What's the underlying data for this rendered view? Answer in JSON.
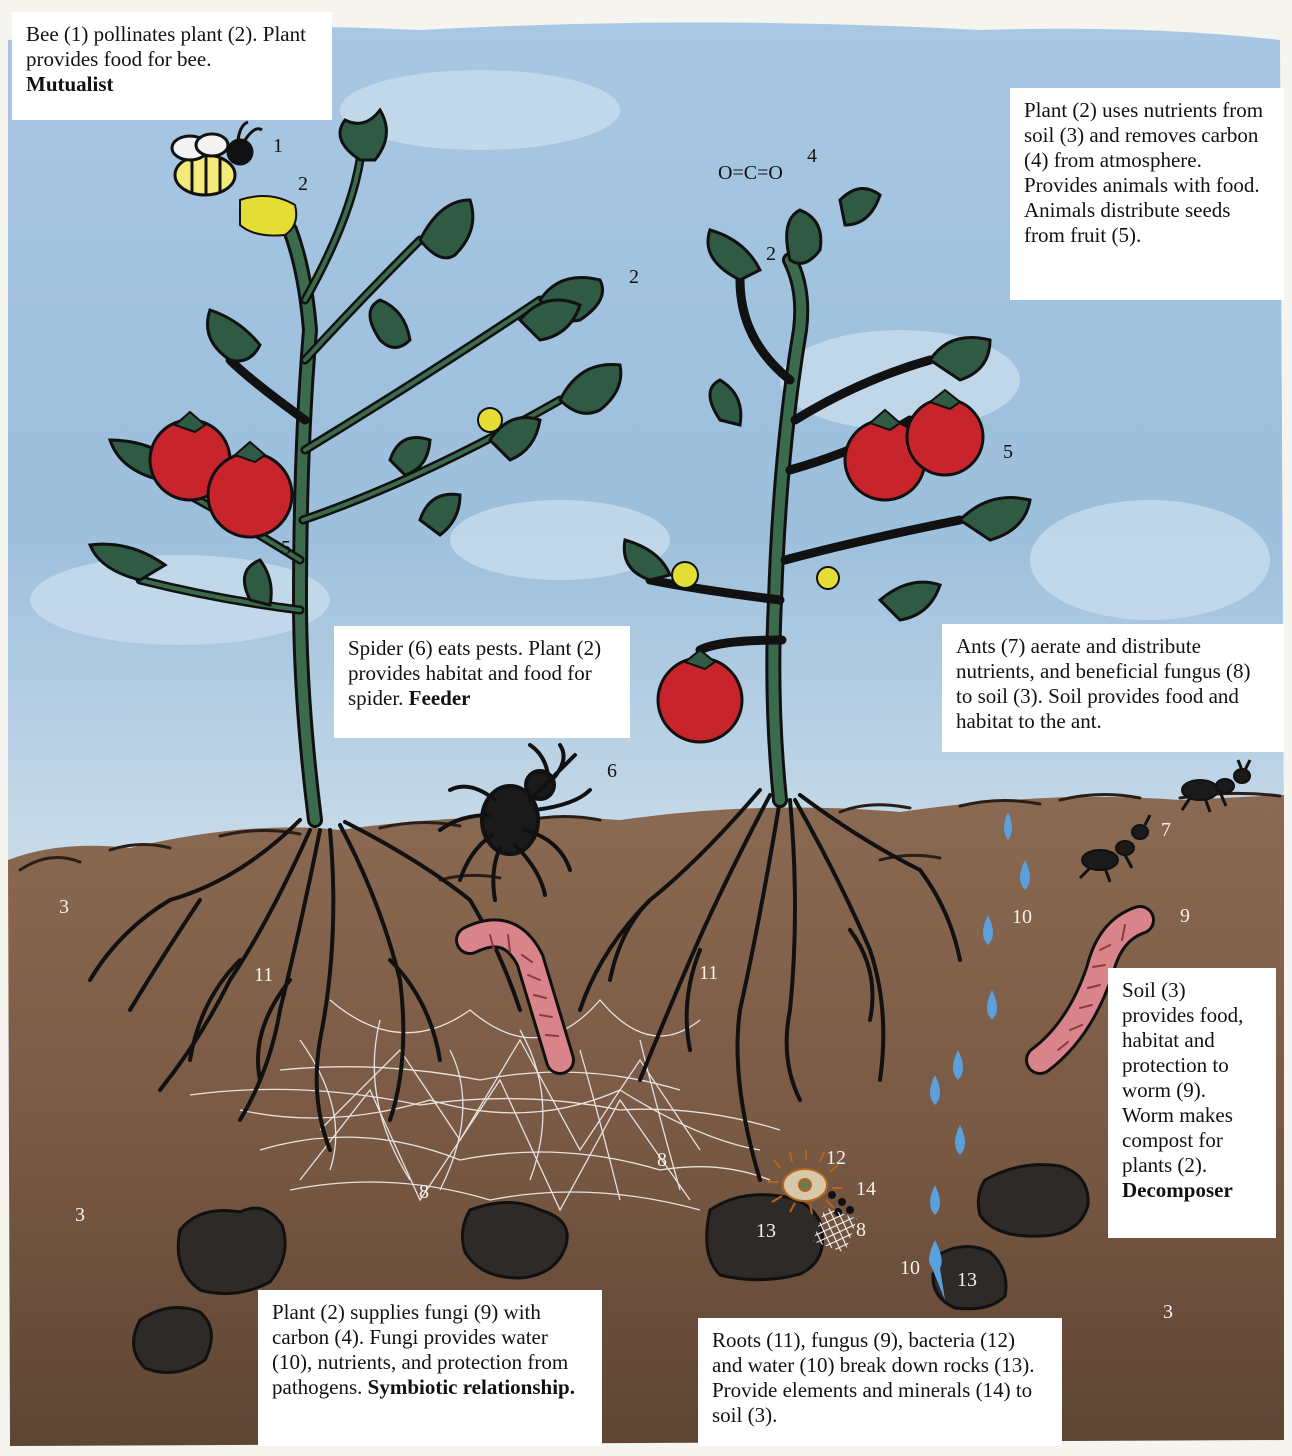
{
  "colors": {
    "sky": "#9cbfdc",
    "soil": "#7a5a44",
    "soil_dark": "#5e4534",
    "leaf": "#2f5a44",
    "tomato": "#c8242c",
    "flower": "#e4dd36",
    "water": "#5aa0dc",
    "worm": "#d9848a",
    "hyphae": "#f1f1f1",
    "rock": "#2e2a27"
  },
  "captions": {
    "bee": {
      "text": "Bee (1) pollinates plant (2). Plant provides food for bee.",
      "role": "Mutualist"
    },
    "plant": {
      "text": "Plant (2) uses nutrients from soil (3) and removes carbon (4) from atmosphere. Provides animals with food. Animals distribute seeds from fruit (5)."
    },
    "spider": {
      "text": "Spider (6) eats pests.  Plant (2) provides habitat and food for spider.",
      "role": "Feeder"
    },
    "ants": {
      "text": "Ants (7) aerate and distribute nutrients, and beneficial fungus (8) to soil (3). Soil provides food and habitat to the ant."
    },
    "worm": {
      "text": "Soil (3) provides food, habitat and protection to worm (9). Worm makes compost for plants (2).",
      "role": "Decomposer"
    },
    "fungi": {
      "text": "Plant (2) supplies fungi (9) with carbon (4). Fungi provides water (10), nutrients, and protection from pathogens.",
      "role": "Symbiotic relationship."
    },
    "roots": {
      "text": "Roots (11), fungus (9), bacteria (12) and water (10) break down rocks (13).  Provide elements and minerals (14) to soil (3)."
    }
  },
  "formula": "O=C=O",
  "labels": {
    "bee": "1",
    "flower": "2",
    "plant_a": "2",
    "plant_b": "2",
    "soil": "3",
    "carbon": "4",
    "fruit_a": "5",
    "fruit_b": "5",
    "spider": "6",
    "ant": "7",
    "fungus_a": "8",
    "fungus_b": "8",
    "fungus_c": "8",
    "worm": "9",
    "water_a": "10",
    "water_b": "10",
    "roots_a": "11",
    "roots_b": "11",
    "bacteria": "12",
    "rock_a": "13",
    "rock_b": "13",
    "minerals": "14"
  }
}
